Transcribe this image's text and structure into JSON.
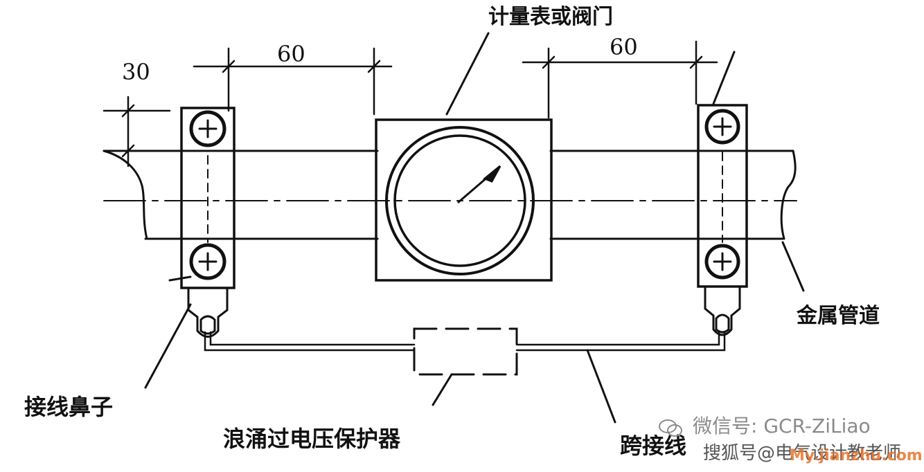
{
  "labels": {
    "meter_valve": "计量表或阀门",
    "metal_pipe": "金属管道",
    "terminal_lug": "接线鼻子",
    "surge_protector": "浪涌过电压保护器",
    "jumper_wire": "跨接线"
  },
  "dimensions": {
    "d1": "30",
    "d2": "60",
    "d3": "60"
  },
  "watermark": {
    "wechat": "微信号: GCR-ZiLiao",
    "sohu": "搜狐号@电气设计教老师",
    "site": "My.jianzhu.com"
  },
  "colors": {
    "line": "#111111",
    "background": "#ffffff",
    "watermark": "#8a8a8a",
    "site_mark": "#e8732a"
  }
}
